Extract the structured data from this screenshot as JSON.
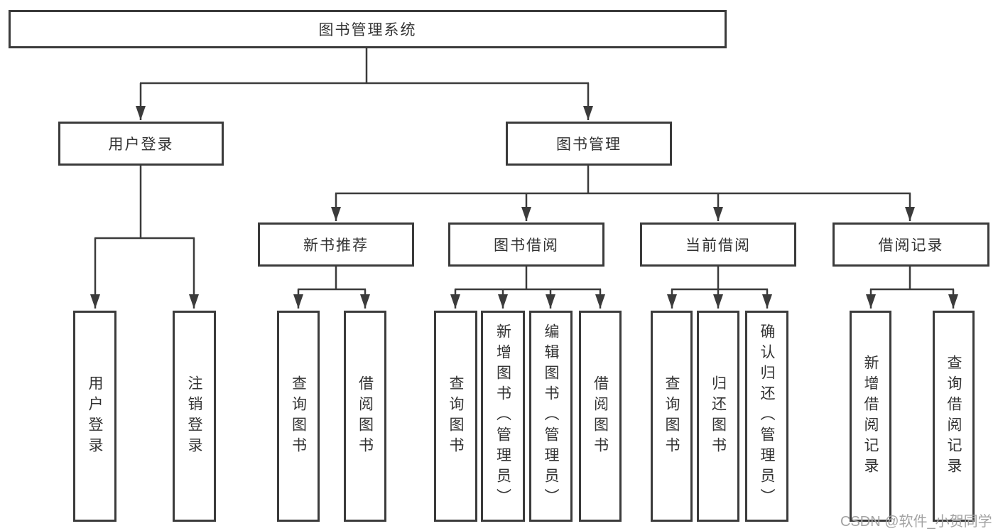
{
  "diagram": {
    "root": {
      "label": "图书管理系统",
      "children": [
        {
          "label": "用户登录",
          "children": [
            {
              "label": "用户登录"
            },
            {
              "label": "注销登录"
            }
          ]
        },
        {
          "label": "图书管理",
          "children": [
            {
              "label": "新书推荐",
              "children": [
                {
                  "label": "查询图书"
                },
                {
                  "label": "借阅图书"
                }
              ]
            },
            {
              "label": "图书借阅",
              "children": [
                {
                  "label": "查询图书"
                },
                {
                  "label": "新增图书（管理员）"
                },
                {
                  "label": "编辑图书（管理员）"
                },
                {
                  "label": "借阅图书"
                }
              ]
            },
            {
              "label": "当前借阅",
              "children": [
                {
                  "label": "查询图书"
                },
                {
                  "label": "归还图书"
                },
                {
                  "label": "确认归还（管理员）"
                }
              ]
            },
            {
              "label": "借阅记录",
              "children": [
                {
                  "label": "新增借阅记录"
                },
                {
                  "label": "查询借阅记录"
                }
              ]
            }
          ]
        }
      ]
    }
  },
  "watermark": {
    "text": "CSDN @软件_小贺同学"
  },
  "colors": {
    "line": "#3b3b3b",
    "text": "#333333",
    "watermark": "#a3a3a3",
    "background": "#ffffff"
  }
}
